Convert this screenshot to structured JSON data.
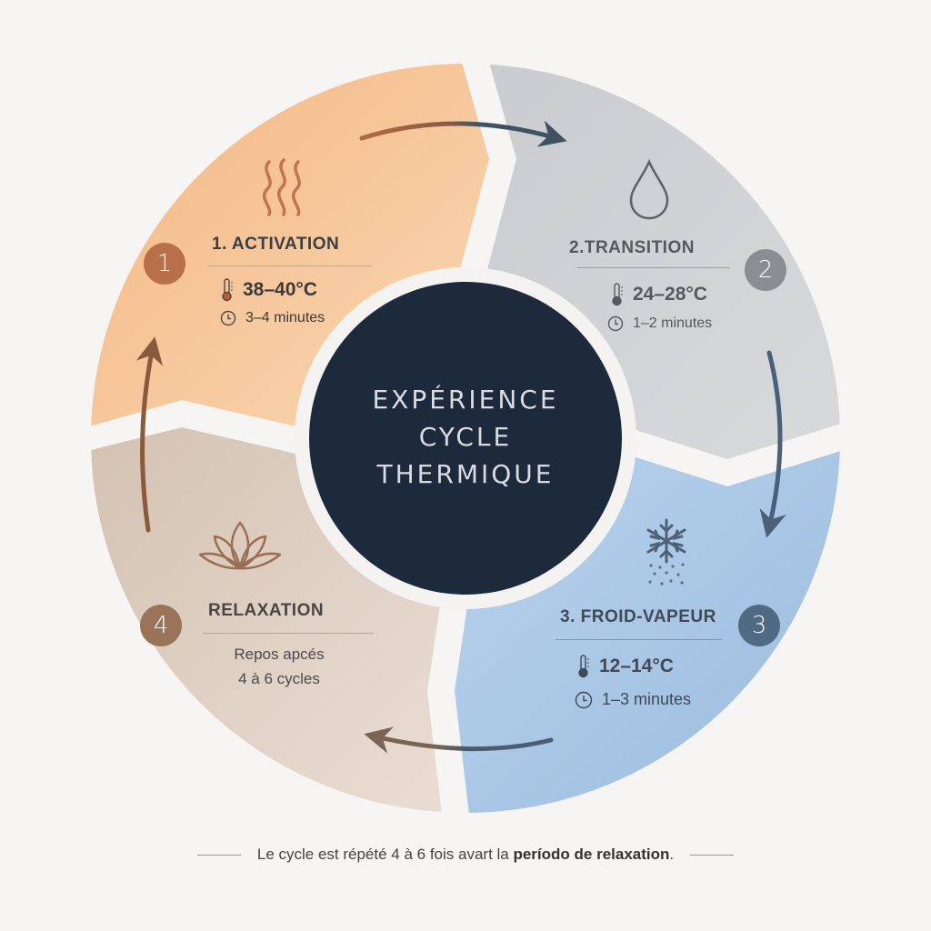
{
  "center": {
    "line1": "EXPÉRIENCE",
    "line2": "CYCLE",
    "line3": "THERMIQUE"
  },
  "colors": {
    "activation": "#f5c396",
    "transition": "#cfd1d4",
    "froid_vapeur": "#aecbe8",
    "relaxation": "#ddcfc2",
    "center": "#1c2a3c",
    "badge1": "#b8704a",
    "badge2": "#8a8d91",
    "badge3": "#516a83",
    "badge4": "#9a7459"
  },
  "steps": [
    {
      "number": "1",
      "title": "1. ACTIVATION",
      "icon": "heat-waves-icon",
      "temperature": "38–40°C",
      "duration": "3–4 minutes"
    },
    {
      "number": "2",
      "title": "2.TRANSITION",
      "icon": "water-drop-icon",
      "temperature": "24–28°C",
      "duration": "1–2 minutes"
    },
    {
      "number": "3",
      "title": "3. FROID-VAPEUR",
      "icon": "snowflake-mist-icon",
      "temperature": "12–14°C",
      "duration": "1–3 minutes"
    },
    {
      "number": "4",
      "title": "RELAXATION",
      "icon": "lotus-icon",
      "description_line1": "Repos apcés",
      "description_line2": "4 à 6 cycles"
    }
  ],
  "footer": {
    "text_before": "Le cycle est répété ",
    "highlight_count": "4 à 6",
    "text_middle": " fois avart la ",
    "bold_tail": "período de relaxation",
    "period": "."
  }
}
